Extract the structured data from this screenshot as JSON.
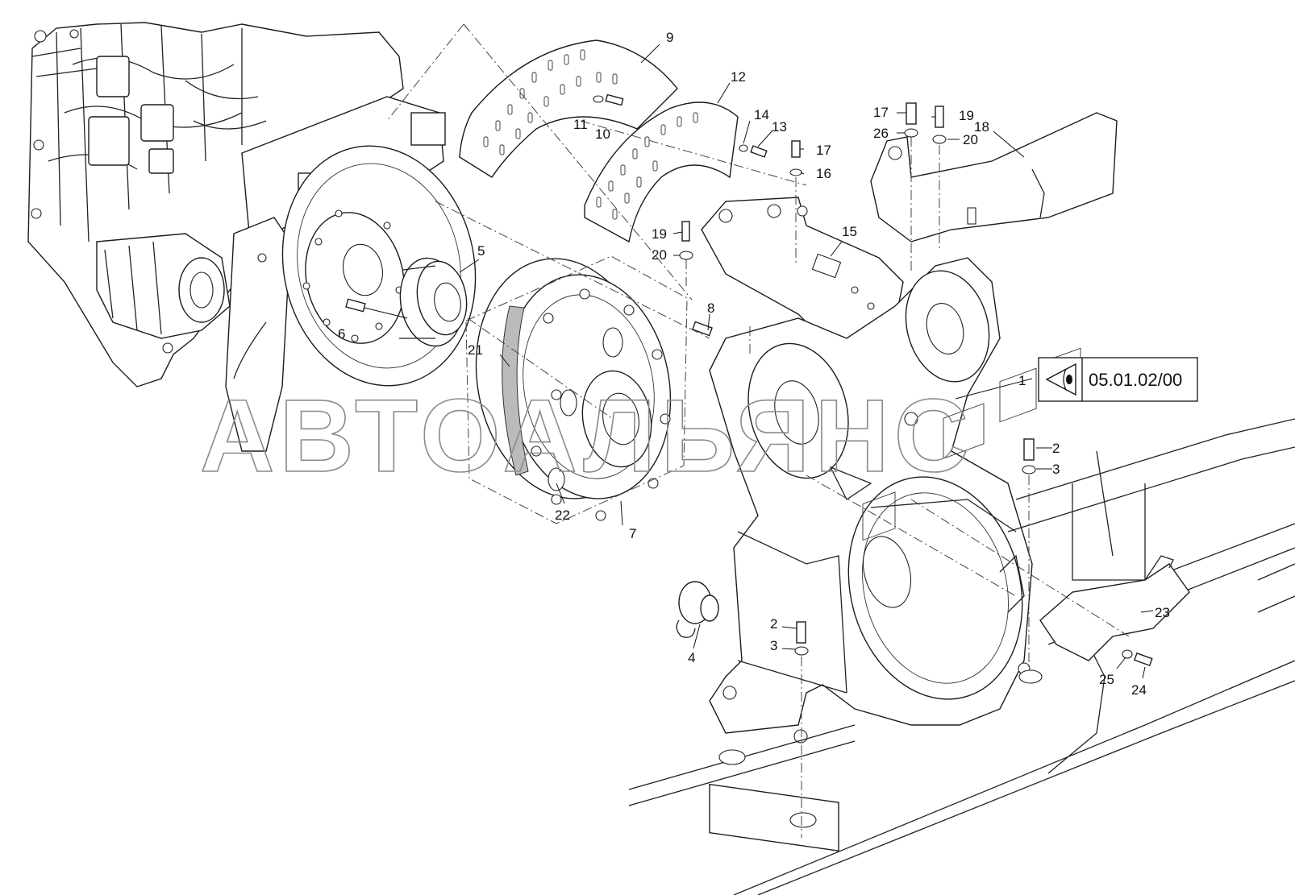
{
  "watermark": "АВТОАЛЬЯНС",
  "reference": {
    "code": "05.01.02/00",
    "icon": "eye-view-icon"
  },
  "callouts": [
    {
      "id": "c9",
      "label": "9"
    },
    {
      "id": "c12",
      "label": "12"
    },
    {
      "id": "c11",
      "label": "11"
    },
    {
      "id": "c10",
      "label": "10"
    },
    {
      "id": "c14",
      "label": "14"
    },
    {
      "id": "c13",
      "label": "13"
    },
    {
      "id": "c17a",
      "label": "17"
    },
    {
      "id": "c16",
      "label": "16"
    },
    {
      "id": "c17b",
      "label": "17"
    },
    {
      "id": "c19a",
      "label": "19"
    },
    {
      "id": "c26",
      "label": "26"
    },
    {
      "id": "c20a",
      "label": "20"
    },
    {
      "id": "c18",
      "label": "18"
    },
    {
      "id": "c19b",
      "label": "19"
    },
    {
      "id": "c20b",
      "label": "20"
    },
    {
      "id": "c15",
      "label": "15"
    },
    {
      "id": "c5",
      "label": "5"
    },
    {
      "id": "c8",
      "label": "8"
    },
    {
      "id": "c6",
      "label": "6"
    },
    {
      "id": "c21",
      "label": "21"
    },
    {
      "id": "c1",
      "label": "1"
    },
    {
      "id": "c2a",
      "label": "2"
    },
    {
      "id": "c3a",
      "label": "3"
    },
    {
      "id": "c22",
      "label": "22"
    },
    {
      "id": "c7",
      "label": "7"
    },
    {
      "id": "c2b",
      "label": "2"
    },
    {
      "id": "c3b",
      "label": "3"
    },
    {
      "id": "c4",
      "label": "4"
    },
    {
      "id": "c23",
      "label": "23"
    },
    {
      "id": "c25",
      "label": "25"
    },
    {
      "id": "c24",
      "label": "24"
    }
  ]
}
